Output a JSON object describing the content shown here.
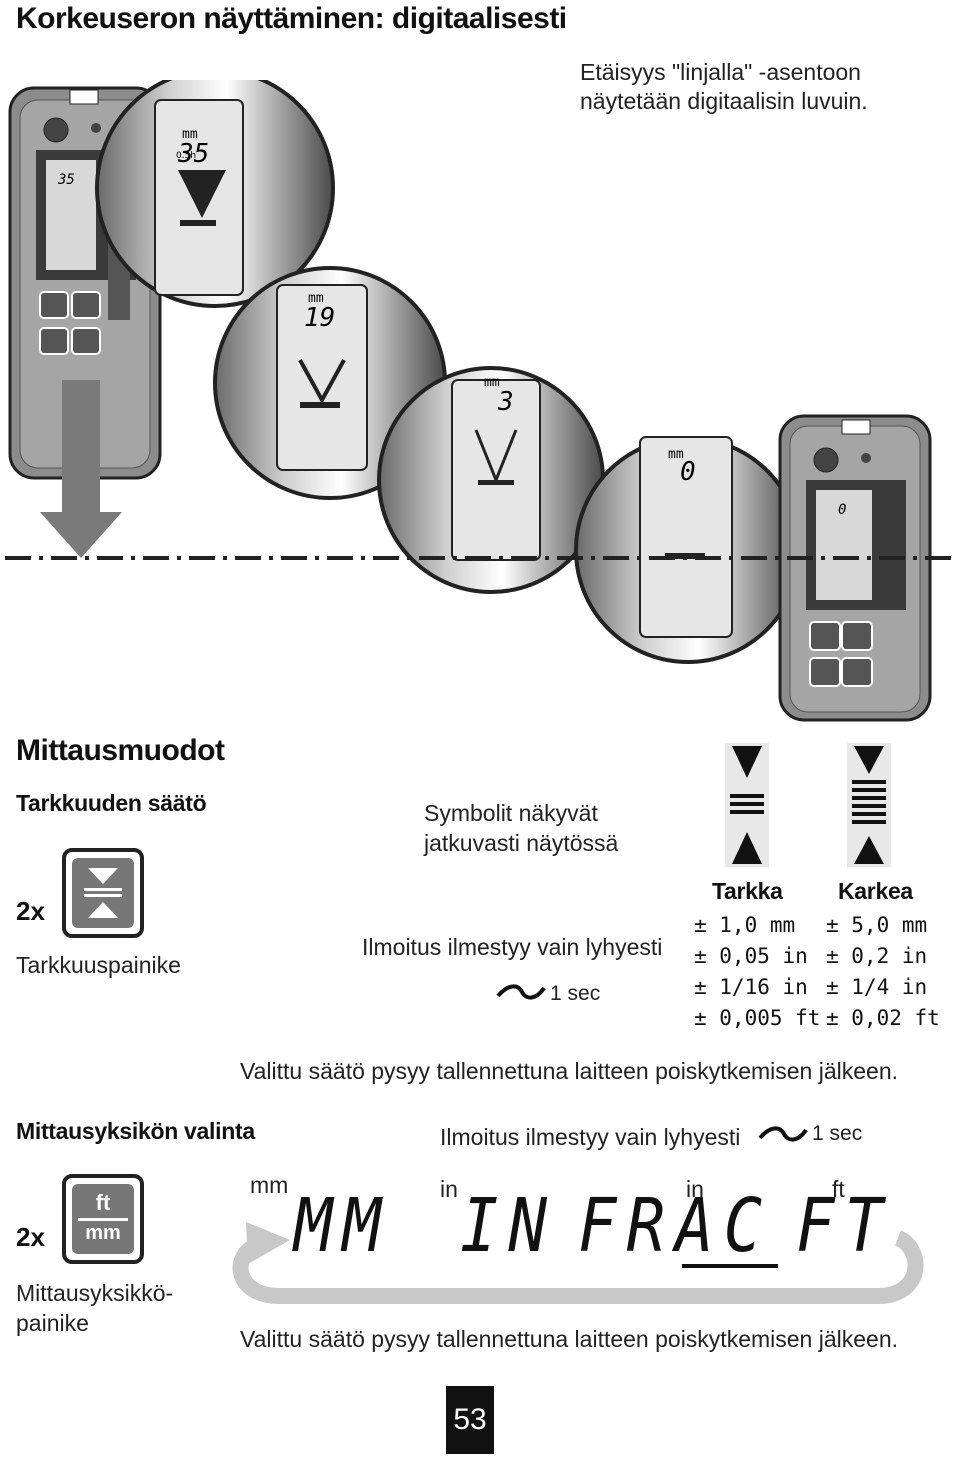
{
  "header": {
    "title": "Korkeuseron näyttäminen: digitaalisesti",
    "note": "Etäisyys \"linjalla\" -asentoon näytetään digitaalisin luvuin."
  },
  "illustration": {
    "unit": "mm",
    "readings": [
      "35",
      "19",
      "3",
      "0"
    ],
    "device_reading": "35",
    "device_reading_right": "0",
    "timer": "0.5h"
  },
  "modes": {
    "heading": "Mittausmuodot",
    "accuracy": {
      "heading": "Tarkkuuden säätö",
      "press_count": "2x",
      "button_label": "Tarkkuuspainike",
      "symbols_note": "Symbolit näkyvät jatkuvasti näytössä",
      "flash_note": "Ilmoitus ilmestyy vain lyhyesti",
      "flash_time": "1 sec",
      "fine": {
        "label": "Tarkka",
        "values": [
          "± 1,0 mm",
          "± 0,05 in",
          "± 1/16 in",
          "± 0,005 ft"
        ]
      },
      "coarse": {
        "label": "Karkea",
        "values": [
          "± 5,0 mm",
          "± 0,2 in",
          "± 1/4 in",
          "± 0,02 ft"
        ]
      },
      "saved_note": "Valittu säätö pysyy tallennettuna laitteen poiskytkemisen jälkeen."
    },
    "units": {
      "heading": "Mittausyksikön valinta",
      "press_count": "2x",
      "button_top": "ft",
      "button_bottom": "mm",
      "button_label_line1": "Mittausyksikkö-",
      "button_label_line2": "painike",
      "flash_note": "Ilmoitus ilmestyy vain lyhyesti",
      "flash_time": "1 sec",
      "displays": [
        {
          "small": "mm",
          "lcd": "MM"
        },
        {
          "small": "in",
          "lcd": "IN"
        },
        {
          "small": "in",
          "lcd": "FRAC"
        },
        {
          "small": "ft",
          "lcd": "FT"
        }
      ],
      "saved_note": "Valittu säätö pysyy tallennettuna laitteen poiskytkemisen jälkeen."
    }
  },
  "page_number": "53",
  "colors": {
    "device_body": "#8c8c8c",
    "device_dark": "#3a3a3a",
    "lcd": "#d8d8d8",
    "arrow": "#7a7a7a",
    "cycle_arrow": "#c8c8c8"
  }
}
